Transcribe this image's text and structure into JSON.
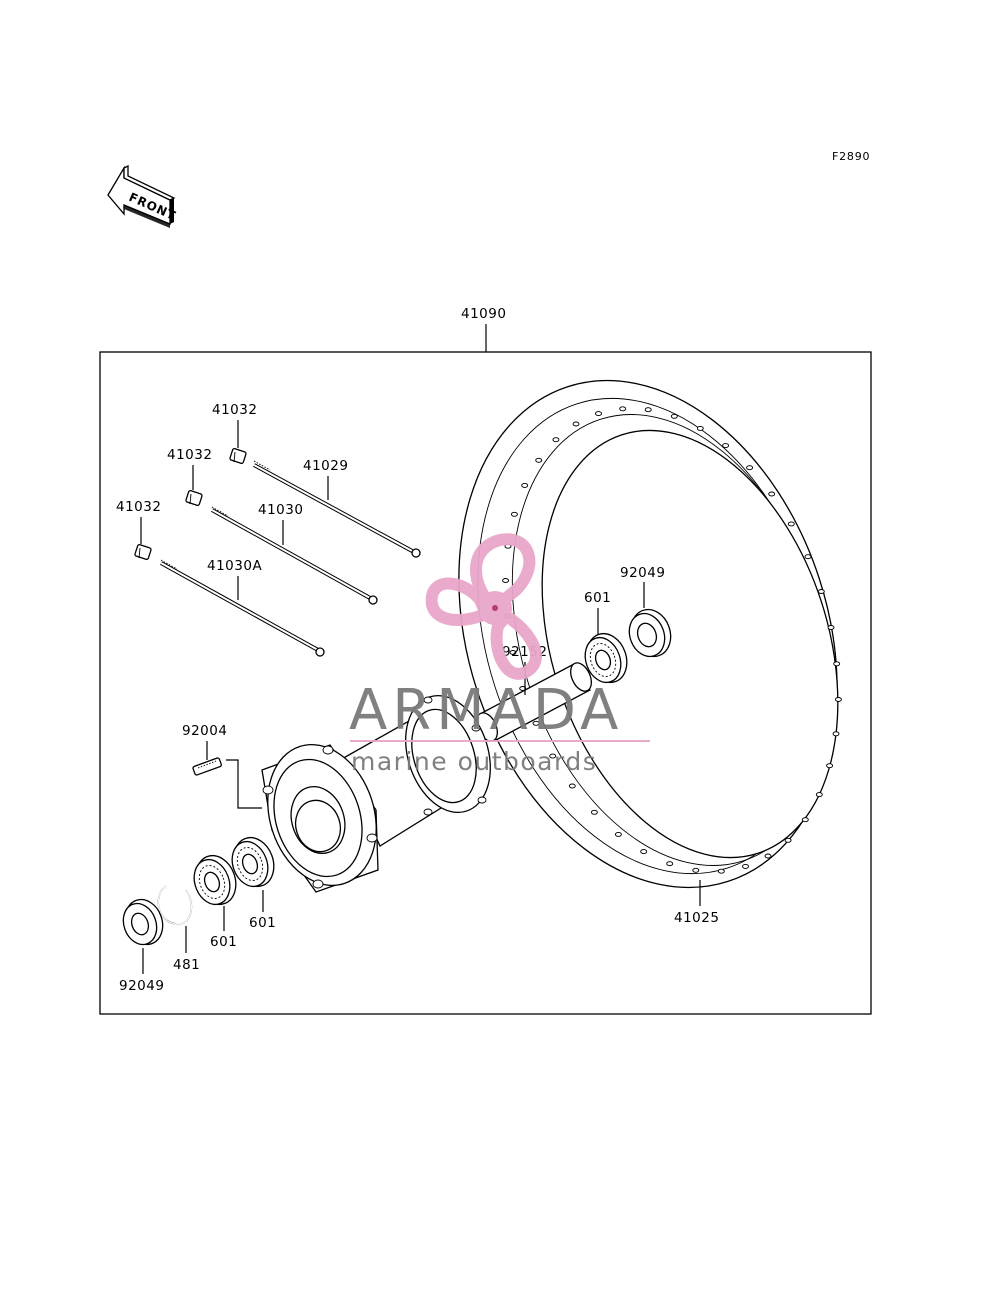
{
  "diagram": {
    "code": "F2890",
    "front_arrow": "FRONT",
    "assembly_label": "41090",
    "colors": {
      "line": "#000000",
      "watermark_pink": "#e8a6c9",
      "watermark_gray": "#7a7a7a"
    },
    "parts": {
      "spoke_nipple_top": "41032",
      "spoke_nipple_mid": "41032",
      "spoke_nipple_low": "41032",
      "spoke_41029": "41029",
      "spoke_41030": "41030",
      "spoke_41030a": "41030A",
      "bearing_right": "601",
      "oil_seal_right": "92049",
      "collar": "92152",
      "stud": "92004",
      "bearing_left_inner": "601",
      "bearing_left_outer": "601",
      "circlip": "481",
      "oil_seal_left": "92049",
      "rim": "41025"
    }
  },
  "watermark": {
    "brand": "ARMADA",
    "tagline": "marine outboards",
    "icon": "propeller-logo-icon"
  }
}
